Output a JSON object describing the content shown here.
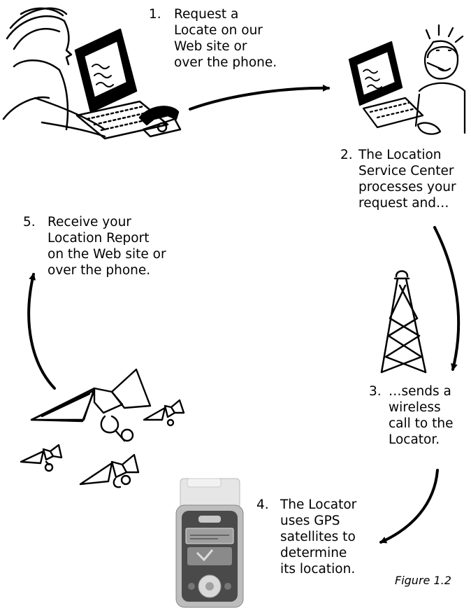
{
  "steps": [
    {
      "num": "1.",
      "lines": [
        "Request a",
        "Locate on our",
        "Web site or",
        "over the phone."
      ]
    },
    {
      "num": "2.",
      "lines": [
        "The Location",
        "Service Center",
        "processes your",
        "request and…"
      ]
    },
    {
      "num": "3.",
      "lines": [
        "…sends a",
        "wireless",
        "call to the",
        "Locator."
      ]
    },
    {
      "num": "4.",
      "lines": [
        "The Locator",
        "uses GPS",
        "satellites to",
        "determine",
        "its location."
      ]
    },
    {
      "num": "5.",
      "lines": [
        "Receive your",
        "Location Report",
        "on the Web site or",
        "over the phone."
      ]
    }
  ],
  "caption": "Figure 1.2",
  "icons": [
    "person-at-computer-icon",
    "call-center-operator-icon",
    "cell-tower-icon",
    "gps-satellite-icon",
    "locator-device-icon"
  ]
}
